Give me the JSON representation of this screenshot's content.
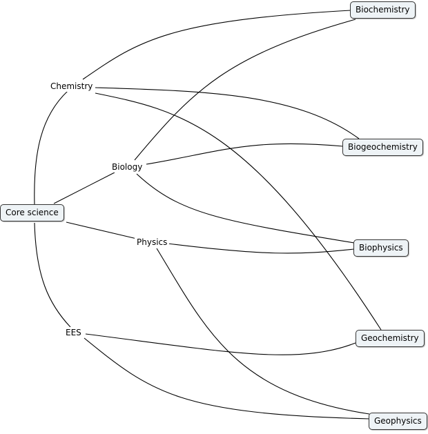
{
  "nodes": {
    "core_science": "Core science",
    "chemistry": "Chemistry",
    "biology": "Biology",
    "physics": "Physics",
    "ees": "EES",
    "biochemistry": "Biochemistry",
    "biogeochemistry": "Biogeochemistry",
    "biophysics": "Biophysics",
    "geochemistry": "Geochemistry",
    "geophysics": "Geophysics"
  },
  "edges": [
    {
      "from": "Core science",
      "to": "Chemistry"
    },
    {
      "from": "Core science",
      "to": "Biology"
    },
    {
      "from": "Core science",
      "to": "Physics"
    },
    {
      "from": "Core science",
      "to": "EES"
    },
    {
      "from": "Chemistry",
      "to": "Biochemistry"
    },
    {
      "from": "Chemistry",
      "to": "Biogeochemistry"
    },
    {
      "from": "Chemistry",
      "to": "Geochemistry"
    },
    {
      "from": "Biology",
      "to": "Biochemistry"
    },
    {
      "from": "Biology",
      "to": "Biogeochemistry"
    },
    {
      "from": "Biology",
      "to": "Biophysics"
    },
    {
      "from": "Physics",
      "to": "Biophysics"
    },
    {
      "from": "Physics",
      "to": "Geophysics"
    },
    {
      "from": "EES",
      "to": "Geochemistry"
    },
    {
      "from": "EES",
      "to": "Geophysics"
    }
  ],
  "colors": {
    "box_fill": "#eef3f6",
    "box_border": "#333333",
    "line": "#000000"
  }
}
